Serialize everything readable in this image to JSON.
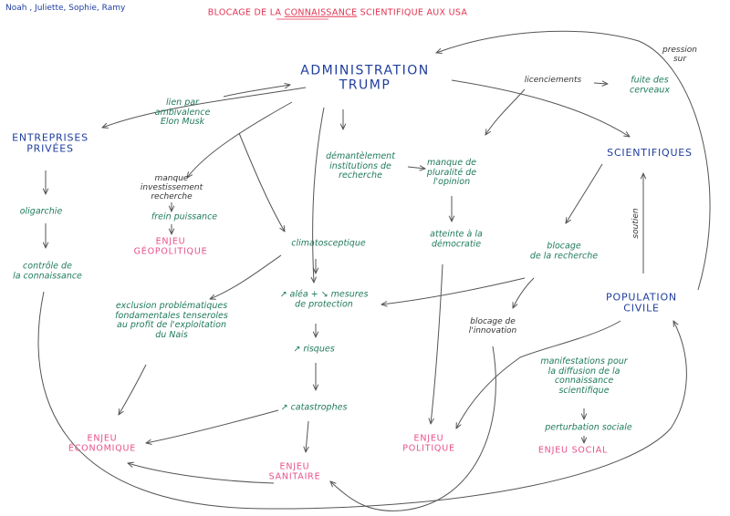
{
  "authors": "Noah , Juliette, Sophie, Ramy",
  "title": {
    "prefix": "BLOCAGE DE LA ",
    "underlined": "CONNAISSANCE",
    "suffix": " SCIENTIFIQUE AUX USA"
  },
  "colors": {
    "blue": "#1f3d9e",
    "green": "#1f7a5c",
    "red": "#e8508a",
    "title": "#e0334f",
    "dark": "#333333",
    "arrow": "#555555"
  },
  "nodes": {
    "admin": "ADMINISTRATION\nTRUMP",
    "entreprises": "ENTREPRISES\nPRIVÉES",
    "scientifiques": "SCIENTIFIQUES",
    "population": "POPULATION\nCIVILE",
    "lien": "lien par\nambivalence\nElon Musk",
    "licenciements": "licenciements",
    "fuite": "fuite des\ncerveaux",
    "pression": "pression\nsur",
    "demantelement": "démantèlement\ninstitutions de\nrecherche",
    "manque_pluralite": "manque de\npluralité de\nl'opinion",
    "manque_invest": "manque\ninvestissement\nrecherche",
    "frein": "frein puissance",
    "oligarchie": "oligarchie",
    "controle": "contrôle de\nla connaissance",
    "climatosceptique": "climatosceptique",
    "alea": "↗ aléa + ↘ mesures\nde protection",
    "risques": "↗ risques",
    "catastrophes": "↗ catastrophes",
    "exclusion": "exclusion problématiques\nfondamentales tenseroles\nau profit de l'exploitation\ndu Nais",
    "atteinte": "atteinte à la\ndémocratie",
    "blocage_recherche": "blocage\nde la recherche",
    "blocage_innovation": "blocage de\nl'innovation",
    "manifestations": "manifestations pour\nla diffusion de la\nconnaissance\nscientifique",
    "perturbation": "perturbation sociale",
    "soutien": "soutien",
    "enjeu_geo": "ENJEU\nGÉOPOLITIQUE",
    "enjeu_eco": "ENJEU\nÉCONOMIQUE",
    "enjeu_sanitaire": "ENJEU\nSANITAIRE",
    "enjeu_politique": "ENJEU\nPOLITIQUE",
    "enjeu_social": "ENJEU SOCIAL"
  }
}
